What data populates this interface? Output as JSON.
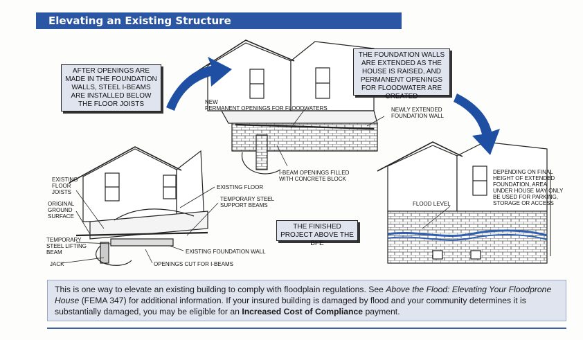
{
  "header": {
    "title": "Elevating an Existing Structure"
  },
  "callouts": {
    "after_openings": "AFTER OPENINGS ARE MADE IN THE FOUNDATION WALLS, STEEL I-BEAMS ARE INSTALLED BELOW THE FLOOR JOISTS",
    "foundation_walls": "THE FOUNDATION WALLS ARE EXTENDED AS THE HOUSE IS RAISED, AND PERMANENT OPENINGS FOR FLOODWATER ARE CREATED",
    "finished_project": "THE FINISHED PROJECT ABOVE THE BFE"
  },
  "labels": {
    "new_openings": "NEW\nPERMANENT OPENINGS FOR FLOODWATERS",
    "newly_extended": "NEWLY EXTENDED\nFOUNDATION WALL",
    "ibeam_openings": "I-BEAM OPENINGS FILLED\nWITH CONCRETE BLOCK",
    "existing_floor_joists": "EXISTING\nFLOOR\nJOISTS",
    "original_ground": "ORIGINAL\nGROUND\nSURFACE",
    "temporary_lifting": "TEMPORARY\nSTEEL LIFTING\nBEAM",
    "jack": "JACK",
    "existing_floor": "EXISTING FLOOR",
    "temporary_support": "TEMPORARY STEEL\nSUPPORT BEAMS",
    "existing_foundation": "EXISTING FOUNDATION WALL",
    "openings_cut": "OPENINGS CUT FOR I-BEAMS",
    "flood_level": "FLOOD LEVEL",
    "depending": "DEPENDING ON FINAL\nHEIGHT OF EXTENDED\nFOUNDATION, AREA\nUNDER HOUSE MAY ONLY\nBE USED FOR PARKING,\nSTORAGE OR ACCESS"
  },
  "footer": {
    "text_1": "This is one way to elevate an existing building to comply with floodplain regulations.  See ",
    "publication_title": "Above the Flood: Elevating Your Floodprone House",
    "text_2": " (FEMA 347) for additional information. If your insured building is damaged by flood and your community determines it is substantially damaged, you may be eligible for an ",
    "program": "Increased Cost of Compliance",
    "text_3": " payment."
  },
  "colors": {
    "header": "#2a56a3",
    "callout_bg": "#dfe4ef",
    "arrow": "#1f4fa3",
    "water": "#2f5fb0"
  },
  "icons": [
    "curved-arrow-icon"
  ]
}
